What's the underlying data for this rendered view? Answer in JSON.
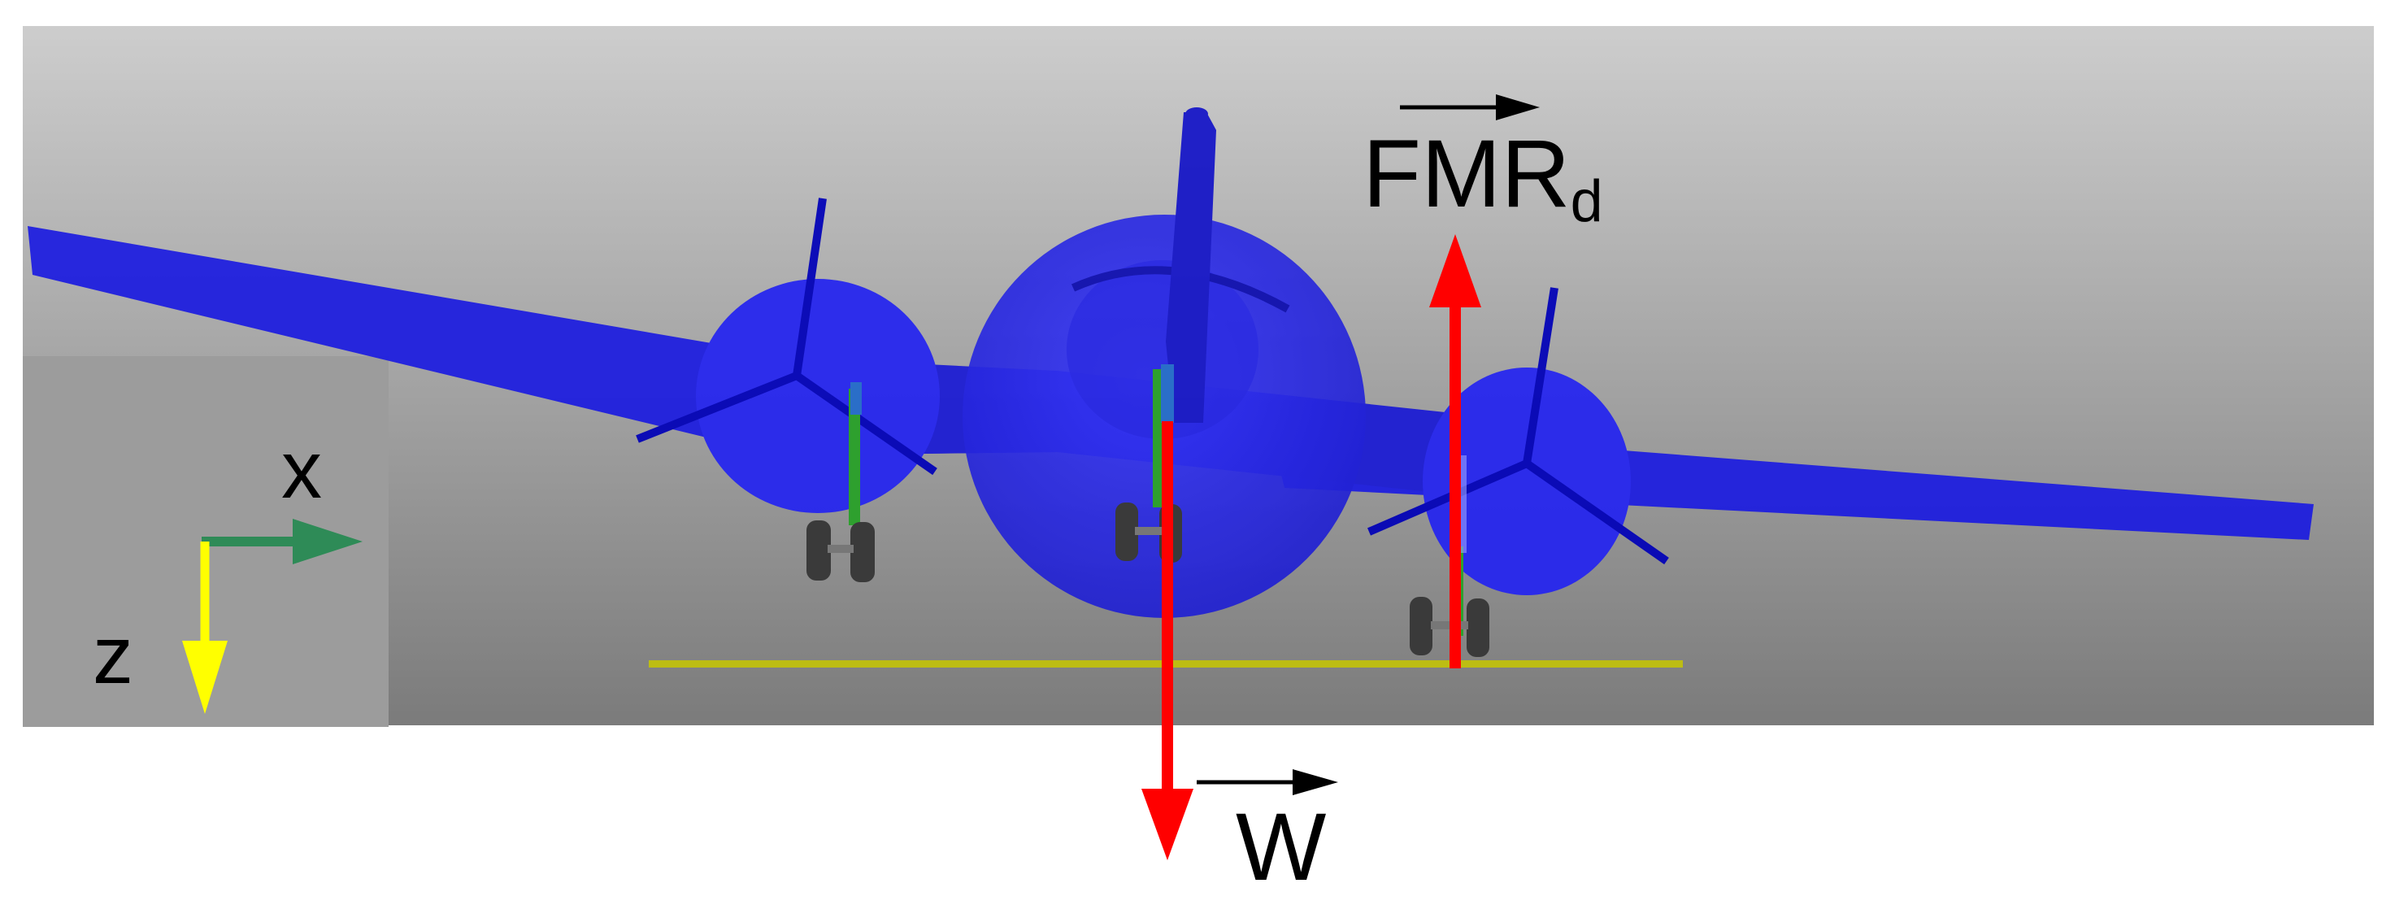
{
  "labels": {
    "axis_x": "x",
    "axis_z": "z",
    "force_up_main": "FMR",
    "force_up_sub": "d",
    "force_down": "W"
  },
  "colors": {
    "aircraft": "#1f1fe0",
    "aircraft_dark": "#0000c8",
    "force_arrow": "#ff0000",
    "x_axis": "#2e8b57",
    "z_axis": "#ffff00",
    "ground_line": "#c8c800",
    "gear": "#2ea02e",
    "tire": "#3a3a3a",
    "bg_top": "#cfcfcf",
    "bg_bottom": "#787878",
    "axis_panel": "#9a9a9a",
    "label_text": "#000000"
  },
  "icons": {
    "vector_overbar": "right-arrow-icon"
  }
}
